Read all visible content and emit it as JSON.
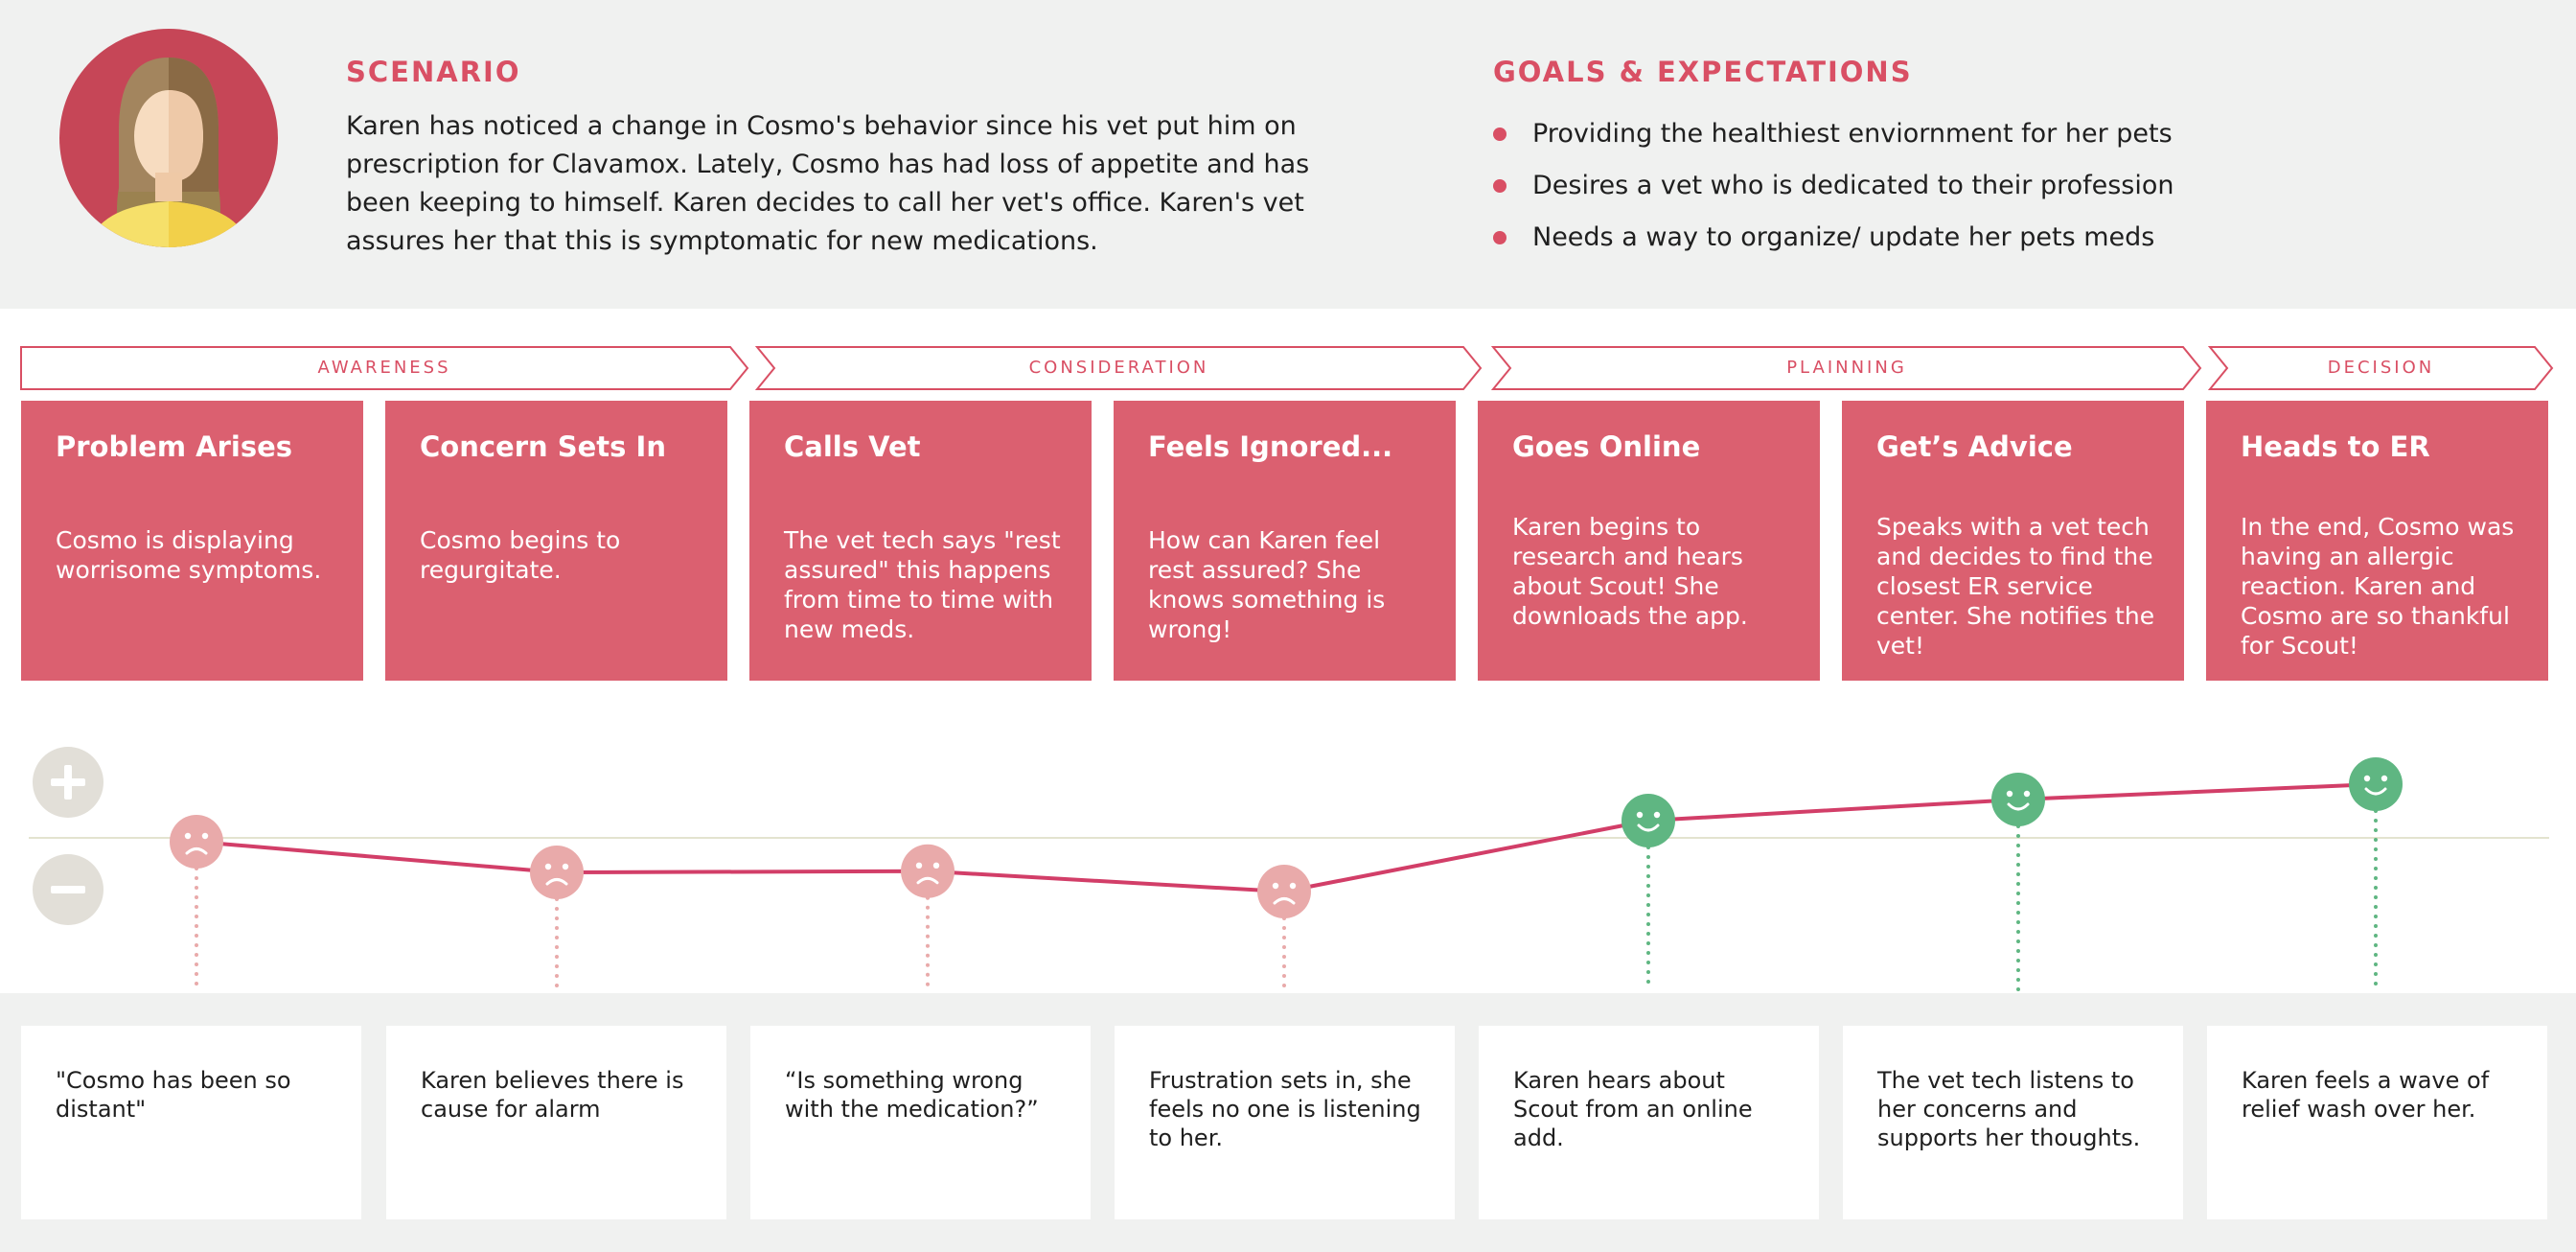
{
  "scenario": {
    "title": "SCENARIO",
    "text": "Karen has noticed a change in Cosmo's behavior since his vet put him on prescription for Clavamox. Lately, Cosmo has had loss of appetite and has been keeping to himself. Karen decides to call her vet's office. Karen's vet assures her that this is symptomatic for new medications."
  },
  "goals": {
    "title": "GOALS & EXPECTATIONS",
    "items": [
      "Providing the healthiest enviornment for her pets",
      "Desires a vet who is dedicated to their profession",
      "Needs a way to organize/ update her pets meds"
    ]
  },
  "phases": [
    "AWARENESS",
    "CONSIDERATION",
    "PLAINNING",
    "DECISION"
  ],
  "stages": [
    {
      "title": "Problem Arises",
      "text": "Cosmo is displaying worrisome symptoms."
    },
    {
      "title": "Concern Sets In",
      "text": "Cosmo begins to regurgitate."
    },
    {
      "title": "Calls Vet",
      "text": "The vet tech says \"rest assured\" this happens from time to time with new meds."
    },
    {
      "title": "Feels Ignored...",
      "text": "How can Karen feel rest assured? She knows something is wrong!"
    },
    {
      "title": "Goes Online",
      "text": "Karen begins to research and hears about Scout! She downloads the app."
    },
    {
      "title": "Get’s Advice",
      "text": "Speaks with a vet tech and decides to find the closest ER service center. She notifies the vet!"
    },
    {
      "title": "Heads to ER",
      "text": "In the end, Cosmo was having an allergic reaction. Karen and Cosmo are so thankful for Scout!"
    }
  ],
  "thoughts": [
    "\"Cosmo has been so distant\"",
    "Karen believes there is cause for alarm",
    "“Is something wrong with the medication?”",
    "Frustration sets in, she feels no one is listening to her.",
    "Karen hears about Scout from an online add.",
    "The vet tech listens to her concerns and supports her thoughts.",
    "Karen feels a wave of relief wash over her."
  ],
  "colors": {
    "accent": "#d94f64",
    "card": "#db6070",
    "negative": "#e9aaaa",
    "positive": "#5fb682",
    "line": "#d23e68",
    "baseline": "#e3e3cf",
    "background": "#f0f1f0",
    "scale_icon": "#e2dfd8"
  },
  "chart_data": {
    "type": "line",
    "categories": [
      "Problem Arises",
      "Concern Sets In",
      "Calls Vet",
      "Feels Ignored...",
      "Goes Online",
      "Get’s Advice",
      "Heads to ER"
    ],
    "series": [
      {
        "values": [
          -0.1,
          -0.9,
          -0.87,
          -1.4,
          0.45,
          1.0,
          1.4
        ]
      }
    ],
    "ylim": [
      -2,
      2
    ],
    "sentiment": [
      "negative",
      "negative",
      "negative",
      "negative",
      "positive",
      "positive",
      "positive"
    ],
    "scale_icons": [
      "plus-icon",
      "minus-icon"
    ]
  }
}
